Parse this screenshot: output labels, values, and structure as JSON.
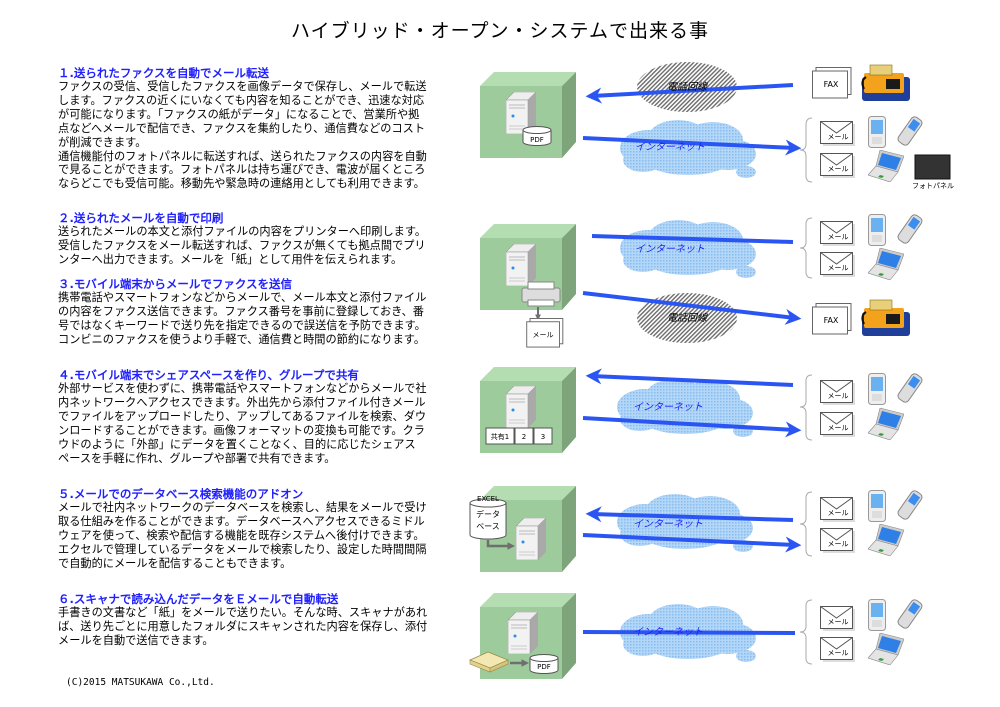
{
  "title": "ハイブリッド・オープン・システムで出来る事",
  "sections": [
    {
      "heading": "１.送られたファクスを自動でメール転送",
      "body": "ファクスの受信、受信したファクスを画像データで保存し、メールで転送\nします。ファクスの近くにいなくても内容を知ることができ、迅速な対応\nが可能になります。「ファクスの紙がデータ」になることで、営業所や拠\n点などへメールで配信でき、ファクスを集約したり、通信費などのコスト\nが削減できます。\n通信機能付のフォトパネルに転送すれば、送られたファクスの内容を自動\nで見ることができます。フォトパネルは持ち運びでき、電波が届くところ\nならどこでも受信可能。移動先や緊急時の連絡用としても利用できます。"
    },
    {
      "heading": "２.送られたメールを自動で印刷",
      "body": "送られたメールの本文と添付ファイルの内容をプリンターへ印刷します。\n受信したファクスをメール転送すれば、ファクスが無くても拠点間でプリ\nンターへ出力できます。メールを「紙」として用件を伝えられます。"
    },
    {
      "heading": "３.モバイル端末からメールでファクスを送信",
      "body": "携帯電話やスマートフォンなどからメールで、メール本文と添付ファイル\nの内容をファクス送信できます。ファクス番号を事前に登録しておき、番\n号ではなくキーワードで送り先を指定できるので誤送信を予防できます。\nコンビニのファクスを使うより手軽で、通信費と時間の節約になります。"
    },
    {
      "heading": "４.モバイル端末でシェアスペースを作り、グループで共有",
      "body": "外部サービスを使わずに、携帯電話やスマートフォンなどからメールで社\n内ネットワークへアクセスできます。外出先から添付ファイル付きメール\nでファイルをアップロードしたり、アップしてあるファイルを検索、ダウ\nンロードすることができます。画像フォーマットの変換も可能です。クラ\nウドのように「外部」にデータを置くことなく、目的に応じたシェアス\nペースを手軽に作れ、グループや部署で共有できます。"
    },
    {
      "heading": "５.メールでのデータベース検索機能のアドオン",
      "body": "メールで社内ネットワークのデータベースを検索し、結果をメールで受け\n取る仕組みを作ることができます。データベースへアクセスできるミドル\nウェアを使って、検索や配信する機能を既存システムへ後付けできます。\nエクセルで管理しているデータをメールで検索したり、設定した時間間隔\nで自動的にメールを配信することもできます。"
    },
    {
      "heading": "６.スキャナで読み込んだデータをＥメールで自動転送",
      "body": "手書きの文書など「紙」をメールで送りたい。そんな時、スキャナがあれ\nば、送り先ごとに用意したフォルダにスキャンされた内容を保存し、添付\nメールを自動で送信できます。"
    }
  ],
  "copyright": "(C)2015 MATSUKAWA Co.,Ltd.",
  "diagram": {
    "internet": "インターネット",
    "phone_line": "電話回線",
    "fax": "FAX",
    "mail": "メール",
    "photo_panel": "フォトパネル",
    "pdf": "PDF",
    "share": [
      "共有1",
      "2",
      "3"
    ],
    "excel": "EXCEL",
    "db_line1": "データ",
    "db_line2": "ベース"
  },
  "colors": {
    "heading": "#1f1fff",
    "arrow": "#2b55f2",
    "cube": "#9dcb9b",
    "cloud": "#9cc8f5"
  }
}
